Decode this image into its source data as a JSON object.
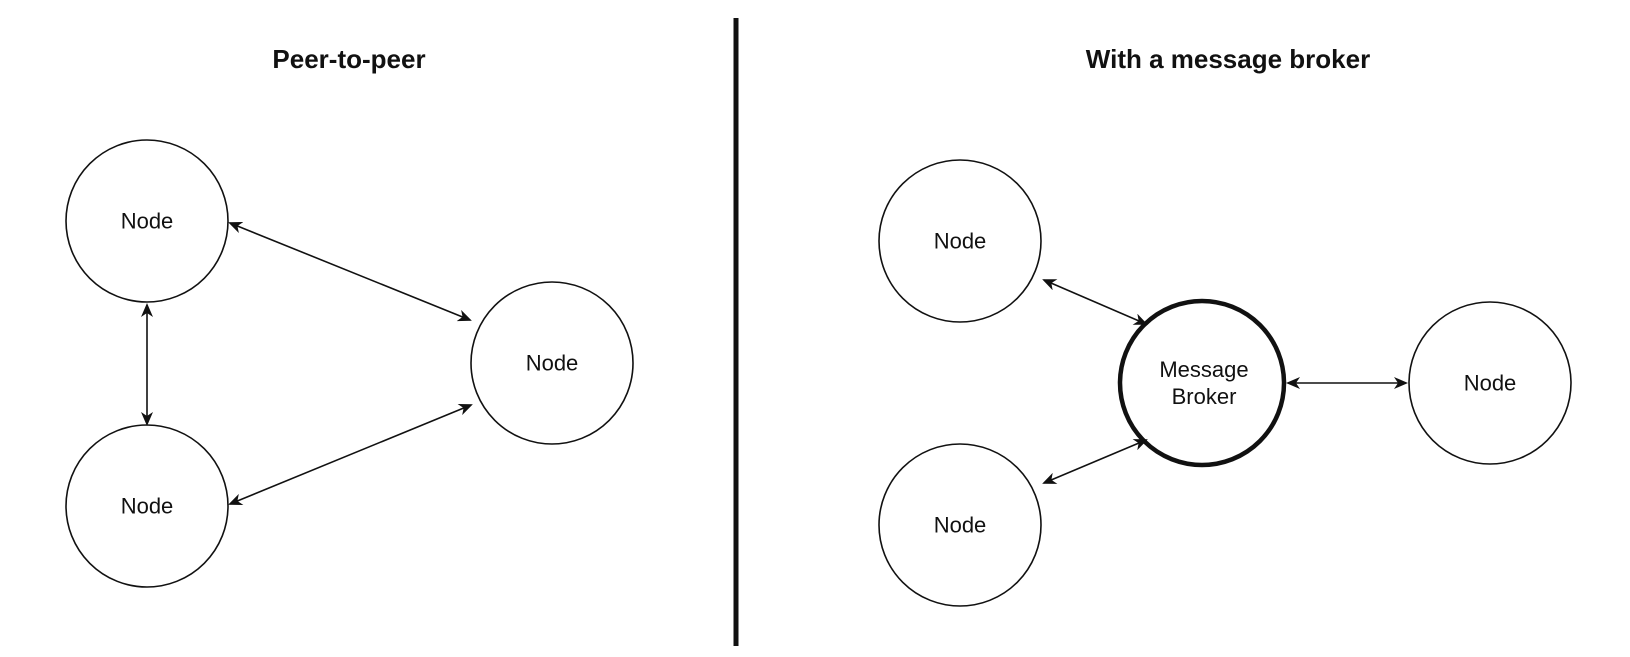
{
  "panels": {
    "left": {
      "title": "Peer-to-peer",
      "nodes": [
        "Node",
        "Node",
        "Node"
      ]
    },
    "right": {
      "title": "With a message broker",
      "broker": {
        "line1": "Message",
        "line2": "Broker"
      },
      "nodes": [
        "Node",
        "Node",
        "Node"
      ]
    }
  },
  "colors": {
    "stroke": "#111111",
    "background": "#ffffff",
    "text": "#111111"
  }
}
